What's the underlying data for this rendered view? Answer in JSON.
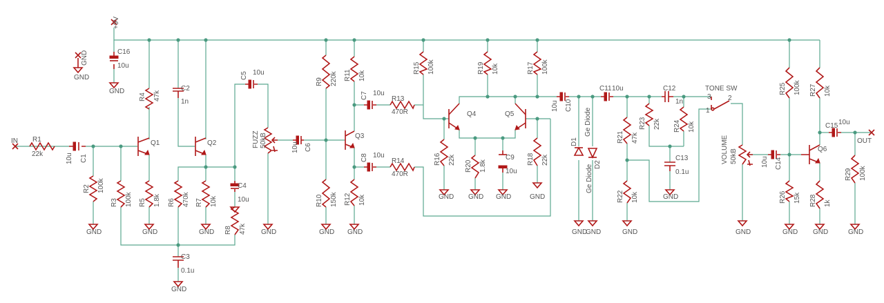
{
  "colors": {
    "background": "#ffffff",
    "wire": "#5aa88f",
    "component": "#b01818",
    "label": "#555555"
  },
  "labels": {
    "vcc": "+9V",
    "in": "IN",
    "out": "OUT",
    "gnd": "GND",
    "tone_sw": "TONE SW",
    "fuzz": "FUZZ",
    "fuzz_v": "50kB",
    "volume": "VOLUME",
    "volume_v": "50kB",
    "sw1": "1",
    "sw2": "2",
    "sw3": "3",
    "R1": "R1",
    "R1v": "22k",
    "R2": "R2",
    "R2v": "100k",
    "R3": "R3",
    "R3v": "100k",
    "R4": "R4",
    "R4v": "47k",
    "R5": "R5",
    "R5v": "1.8k",
    "R6": "R6",
    "R6v": "470k",
    "R7": "R7",
    "R7v": "10k",
    "R8": "R8",
    "R8v": "47k",
    "R9": "R9",
    "R9v": "220k",
    "R10": "R10",
    "R10v": "150k",
    "R11": "R11",
    "R11v": "10k",
    "R12": "R12",
    "R12v": "10k",
    "R13": "R13",
    "R13v": "470R",
    "R14": "R14",
    "R14v": "470R",
    "R15": "R15",
    "R15v": "100k",
    "R16": "R16",
    "R16v": "22k",
    "R17": "R17",
    "R17v": "100k",
    "R18": "R18",
    "R18v": "22k",
    "R19": "R19",
    "R19v": "10k",
    "R20": "R20",
    "R20v": "1.8k",
    "R21": "R21",
    "R21v": "47k",
    "R22": "R22",
    "R22v": "10k",
    "R23": "R23",
    "R23v": "22k",
    "R24": "R24",
    "R24v": "10k",
    "R25": "R25",
    "R25v": "100k",
    "R26": "R26",
    "R26v": "15k",
    "R27": "R27",
    "R27v": "10k",
    "R28": "R28",
    "R28v": "1k",
    "R29": "R29",
    "R29v": "100k",
    "C1": "C1",
    "C1v": "10u",
    "C2": "C2",
    "C2v": "1n",
    "C3": "C3",
    "C3v": "0.1u",
    "C4": "C4",
    "C4v": "10u",
    "C5": "C5",
    "C5v": "10u",
    "C6": "C6",
    "C6v": "10u",
    "C7": "C7",
    "C7v": "10u",
    "C8": "C8",
    "C8v": "10u",
    "C9": "C9",
    "C9v": "10u",
    "C10": "C10",
    "C10v": "10u",
    "C11": "C11",
    "C11v": "10u",
    "C12": "C12",
    "C12v": "1n",
    "C13": "C13",
    "C13v": "0.1u",
    "C14": "C14",
    "C14v": "10u",
    "C15": "C15",
    "C15v": "10u",
    "C16": "C16",
    "C16v": "10u",
    "Q1": "Q1",
    "Q2": "Q2",
    "Q3": "Q3",
    "Q4": "Q4",
    "Q5": "Q5",
    "Q6": "Q6",
    "D1": "D1",
    "D2": "D2",
    "diode": "Ge Diode"
  }
}
